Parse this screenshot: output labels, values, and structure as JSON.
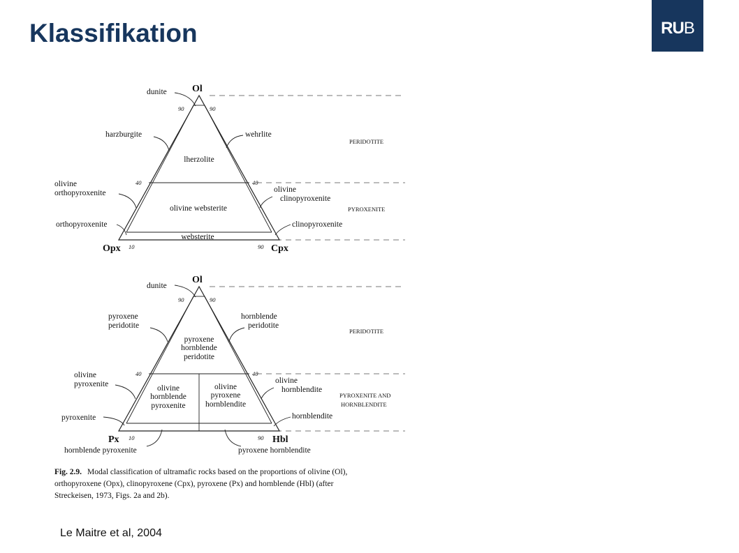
{
  "slide": {
    "title": "Klassifikation",
    "logo": {
      "part1": "RU",
      "part2": "B"
    },
    "source": "Le Maitre et al, 2004",
    "colors": {
      "title": "#17365d",
      "logo_bg": "#17365d",
      "logo_text": "#ffffff"
    }
  },
  "diagram1": {
    "vertices": {
      "top": "Ol",
      "left": "Opx",
      "right": "Cpx"
    },
    "ticks": {
      "top_left": "90",
      "top_right": "90",
      "mid_left": "40",
      "mid_right": "40",
      "bottom_left": "10",
      "bottom_right": "90"
    },
    "fields": {
      "lherzolite": "lherzolite",
      "olivine_websterite": "olivine websterite",
      "websterite": "websterite"
    },
    "side_labels": {
      "dunite": "dunite",
      "harzburgite": "harzburgite",
      "wehrlite": "wehrlite",
      "olivine_opx_1": "olivine",
      "olivine_opx_2": "orthopyroxenite",
      "olivine_cpx_1": "olivine",
      "olivine_cpx_2": "clinopyroxenite",
      "orthopyroxenite": "orthopyroxenite",
      "clinopyroxenite": "clinopyroxenite"
    },
    "categories": {
      "peridotite": "PERIDOTITE",
      "pyroxenite": "PYROXENITE"
    }
  },
  "diagram2": {
    "vertices": {
      "top": "Ol",
      "left": "Px",
      "right": "Hbl"
    },
    "ticks": {
      "top_left": "90",
      "top_right": "90",
      "mid_left": "40",
      "mid_right": "40",
      "bottom_left": "10",
      "bottom_right": "90"
    },
    "fields": {
      "phpd": [
        "pyroxene",
        "hornblende",
        "peridotite"
      ],
      "ohp": [
        "olivine",
        "hornblende",
        "pyroxenite"
      ],
      "oph": [
        "olivine",
        "pyroxene",
        "hornblendite"
      ]
    },
    "side_labels": {
      "dunite": "dunite",
      "pyroxene_peridotite_1": "pyroxene",
      "pyroxene_peridotite_2": "peridotite",
      "hornblende_peridotite_1": "hornblende",
      "hornblende_peridotite_2": "peridotite",
      "olivine_pyroxenite_1": "olivine",
      "olivine_pyroxenite_2": "pyroxenite",
      "olivine_hornblendite_1": "olivine",
      "olivine_hornblendite_2": "hornblendite",
      "pyroxenite": "pyroxenite",
      "hornblendite": "hornblendite",
      "hornblende_pyroxenite": "hornblende pyroxenite",
      "pyroxene_hornblendite": "pyroxene hornblendite"
    },
    "categories": {
      "peridotite": "PERIDOTITE",
      "pyx_hbl_1": "PYROXENITE AND",
      "pyx_hbl_2": "HORNBLENDITE"
    }
  },
  "caption": {
    "fig": "Fig. 2.9.",
    "line1": "Modal classification of ultramafic rocks based on the proportions of olivine (Ol),",
    "line2": "orthopyroxene (Opx), clinopyroxene (Cpx), pyroxene (Px) and hornblende (Hbl) (after",
    "line3": "Streckeisen, 1973, Figs. 2a and 2b)."
  }
}
